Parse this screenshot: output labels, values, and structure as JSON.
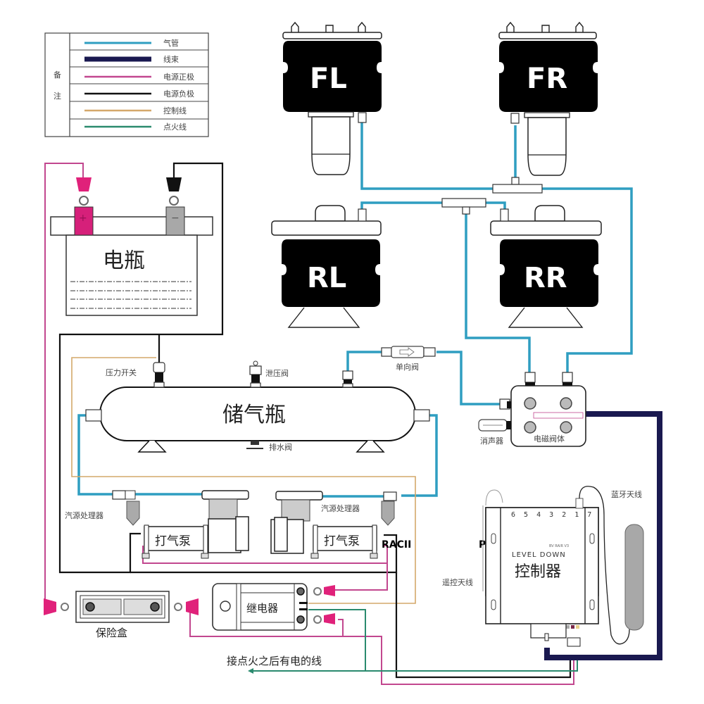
{
  "legend": {
    "title": "备注",
    "items": [
      {
        "label": "气管",
        "meaning": "air line",
        "color": "#2f9ec1"
      },
      {
        "label": "线束",
        "meaning": "wire harness",
        "color": "#1a1950"
      },
      {
        "label": "电源正极",
        "meaning": "power positive",
        "color": "#c2478f"
      },
      {
        "label": "电源负极",
        "meaning": "power negative",
        "color": "#111111"
      },
      {
        "label": "控制线",
        "meaning": "control wire",
        "color": "#d4a86a"
      },
      {
        "label": "点火线",
        "meaning": "ignition wire",
        "color": "#2a8a6e"
      }
    ]
  },
  "airbags": {
    "fl": "FL",
    "fr": "FR",
    "rl": "RL",
    "rr": "RR"
  },
  "battery": {
    "label": "电瓶",
    "positive": "+",
    "negative": "−"
  },
  "tank": {
    "label": "储气瓶",
    "pressure_switch": "压力开关",
    "relief_valve": "泄压阀",
    "drain_valve": "排水阀",
    "check_valve": "单向阀"
  },
  "valve_block": {
    "label": "电磁阀体",
    "muffler": "消声器"
  },
  "compressors": {
    "label": "打气泵",
    "filter": "汽源处理器",
    "overlay_left": "RACII",
    "overlay_right": "PEED"
  },
  "controller": {
    "label": "控制器",
    "subtitle": "LEVEL DOWN",
    "model": "BV RAIR V3",
    "ports": "6 5 4 3 2 1 7",
    "bluetooth_antenna": "蓝牙天线",
    "remote_antenna": "遥控天线"
  },
  "electrical": {
    "fuse_box": "保险盒",
    "relay": "继电器",
    "ignition_note": "接点火之后有电的线"
  }
}
